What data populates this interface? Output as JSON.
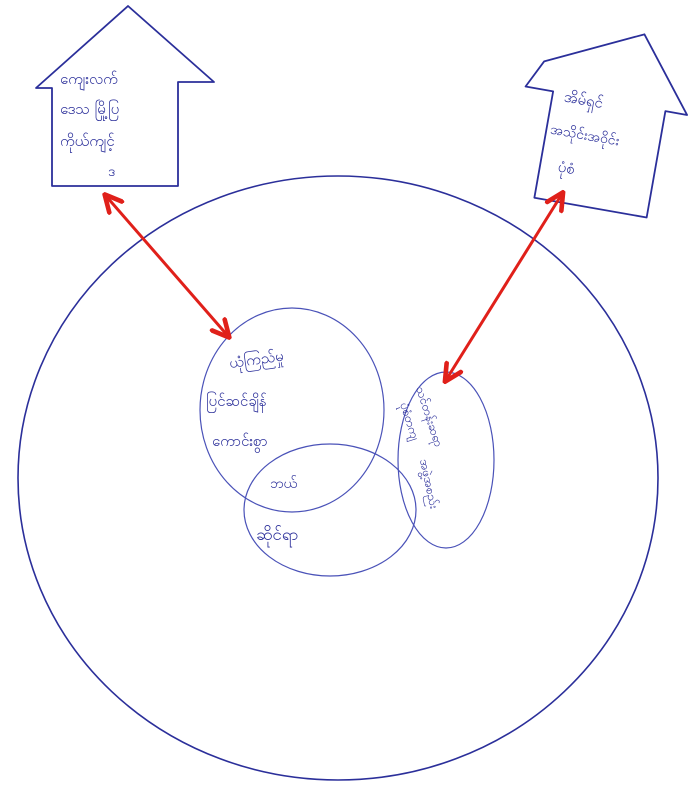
{
  "diagram": {
    "colors": {
      "pen": "#2b2f9a",
      "pen_light": "#4a52b8",
      "arrow": "#e0201a",
      "paper": "#ffffff"
    },
    "houses": [
      {
        "id": "left",
        "lines": [
          "ကျေးလက်",
          "ဒေသ မြို့ပြ",
          "ကိုယ်ကျင့်",
          "ဒ"
        ]
      },
      {
        "id": "right",
        "lines": [
          "အိမ်ရှင်",
          "အသိုင်းအဝိုင်း",
          "ပုံစံ"
        ]
      }
    ],
    "circles": {
      "left": {
        "lines": [
          "ယုံကြည်မှု",
          "ပြင်ဆင်ချိန်",
          "ကောင်းစွာ",
          "ဘယ်"
        ]
      },
      "right": {
        "lines": [
          "သင်တန်းဆရာ",
          "ပုံစံတကျ",
          "အဖွဲ့အစည်း"
        ]
      },
      "bottom": {
        "lines": [
          "ဆိုင်ရာ"
        ]
      }
    }
  }
}
